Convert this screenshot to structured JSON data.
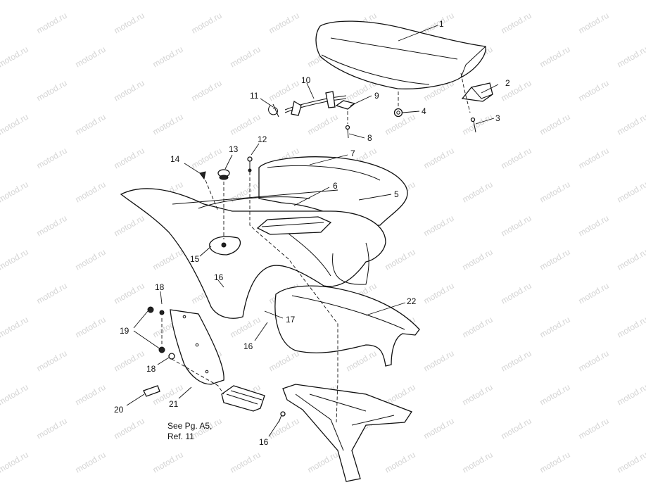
{
  "watermark": {
    "text": "motod.ru",
    "color": "#d4d4d4"
  },
  "callouts": {
    "c1": "1",
    "c2": "2",
    "c3": "3",
    "c4": "4",
    "c5": "5",
    "c6": "6",
    "c7": "7",
    "c8": "8",
    "c9": "9",
    "c10": "10",
    "c11": "11",
    "c12": "12",
    "c13": "13",
    "c14": "14",
    "c15": "15",
    "c16a": "16",
    "c16b": "16",
    "c16c": "16",
    "c17": "17",
    "c18a": "18",
    "c18b": "18",
    "c19": "19",
    "c20": "20",
    "c21": "21",
    "c22": "22"
  },
  "reference_note": {
    "line1": "See Pg. A5,",
    "line2": "Ref. 11"
  },
  "colors": {
    "line": "#111111",
    "background": "#ffffff"
  }
}
